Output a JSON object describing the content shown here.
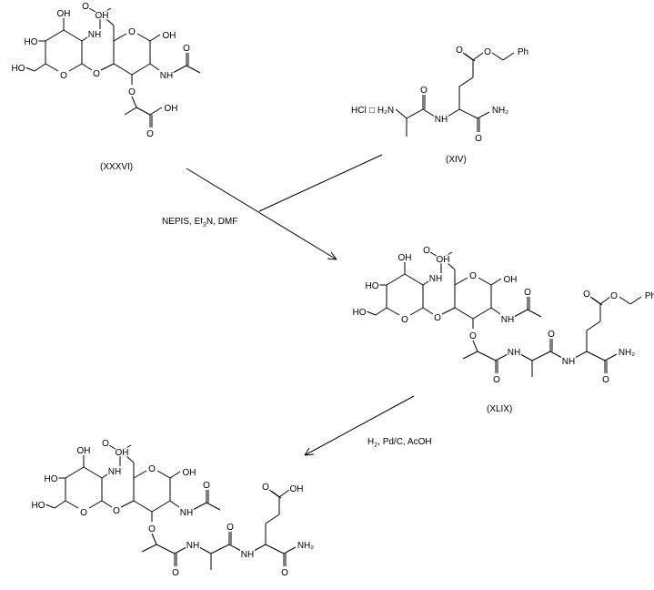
{
  "compounds": {
    "xxxvi": {
      "label": "(XXXVI)",
      "sugar_atoms": [
        "HO",
        "OH",
        "NH",
        "O",
        "O",
        "HO",
        "O",
        "O",
        "OH",
        "OH",
        "NH",
        "O",
        "O"
      ],
      "lactyl_atoms": [
        "O",
        "OH"
      ]
    },
    "xiv": {
      "label": "(XIV)",
      "salt": "HCl",
      "salt_dot": "□",
      "atoms": [
        "H₂N",
        "O",
        "NH",
        "O",
        "NH₂",
        "O",
        "O",
        "Ph"
      ]
    },
    "xlix": {
      "label": "(XLIX)",
      "sugar_atoms": [
        "HO",
        "OH",
        "NH",
        "O",
        "O",
        "HO",
        "O",
        "O",
        "OH",
        "OH",
        "NH",
        "O",
        "O"
      ],
      "peptide_atoms": [
        "O",
        "NH",
        "O",
        "NH",
        "O",
        "NH₂",
        "O",
        "O",
        "Ph"
      ]
    },
    "product": {
      "sugar_atoms": [
        "HO",
        "OH",
        "NH",
        "O",
        "O",
        "HO",
        "O",
        "O",
        "OH",
        "OH",
        "NH",
        "O",
        "O"
      ],
      "peptide_atoms": [
        "O",
        "NH",
        "O",
        "NH",
        "O",
        "NH₂",
        "O",
        "OH"
      ]
    }
  },
  "reactions": {
    "step1": {
      "reagents_a": "NEPIS, Et",
      "reagents_sub": "3",
      "reagents_b": "N, DMF"
    },
    "step2": {
      "reagents_a": "H",
      "reagents_sub": "2",
      "reagents_b": ", Pd/C, AcOH"
    }
  }
}
